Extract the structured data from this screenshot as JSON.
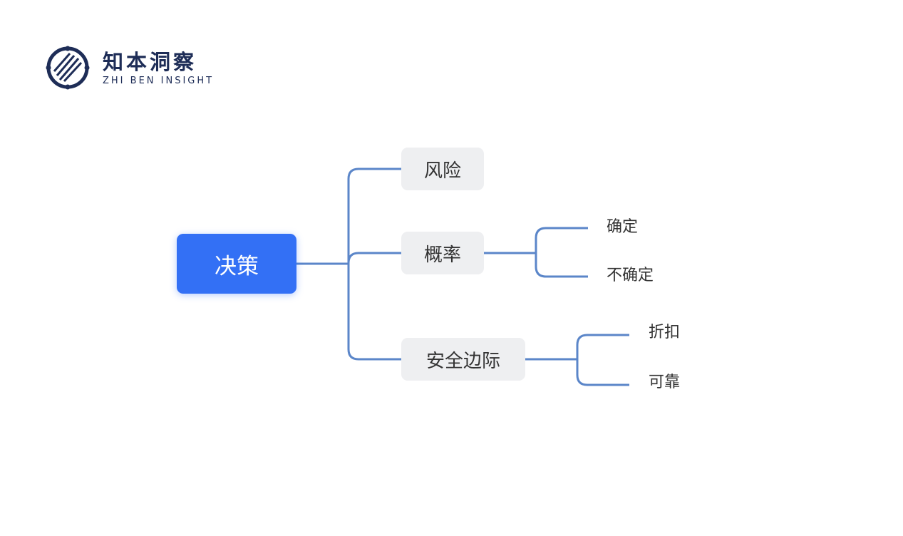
{
  "logo": {
    "title": "知本洞察",
    "subtitle": "ZHI BEN INSIGHT"
  },
  "mindmap": {
    "root": "决策",
    "branches": [
      {
        "label": "风险",
        "children": []
      },
      {
        "label": "概率",
        "children": [
          "确定",
          "不确定"
        ]
      },
      {
        "label": "安全边际",
        "children": [
          "折扣",
          "可靠"
        ]
      }
    ]
  },
  "colors": {
    "root": "#3370f5",
    "line": "#5b86c9",
    "node_bg": "#eeeff1",
    "logo": "#1e2d57"
  }
}
